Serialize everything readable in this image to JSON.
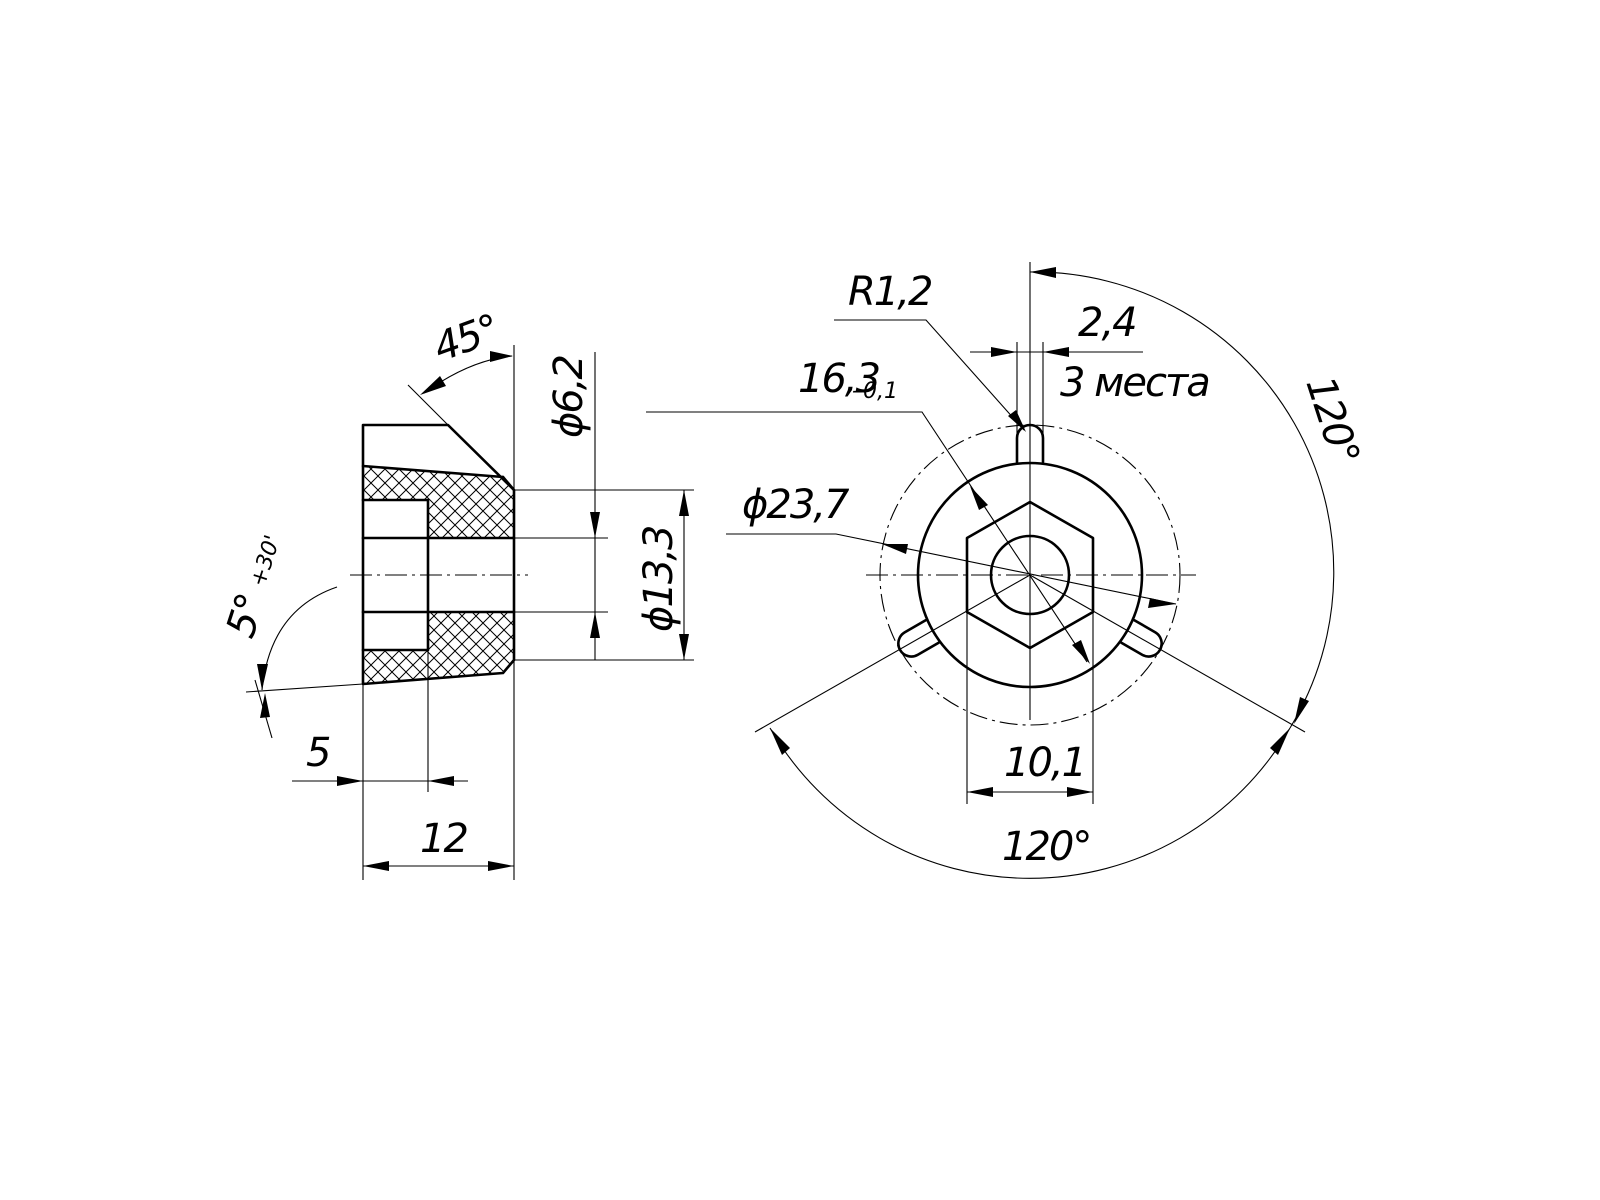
{
  "dimensions": {
    "angle_chamfer": "45°",
    "dia_bore": "ϕ6,2",
    "dia_shoulder": "ϕ13,3",
    "taper_angle": "5°",
    "taper_tol": "+30'",
    "depth": "5",
    "length": "12",
    "radius": "R1,2",
    "slot_width": "2,4",
    "slot_qty": "3 места",
    "dia_outer_main": "16,3",
    "dia_outer_tol": "–0,1",
    "dia_pin_circle": "ϕ23,7",
    "hex_across_flats": "10,1",
    "angle_pins_bottom": "120°",
    "angle_pins_right": "120°"
  }
}
